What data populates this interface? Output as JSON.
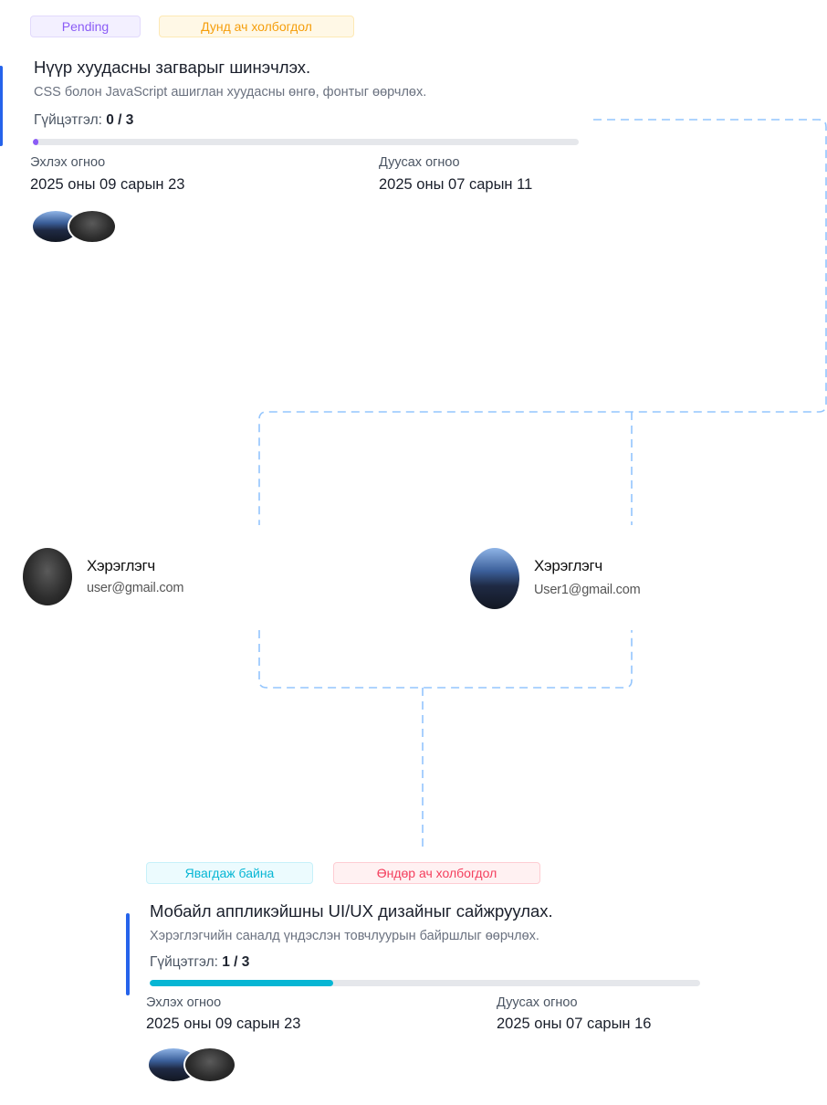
{
  "task1": {
    "status_badge": "Pending",
    "priority_badge": "Дунд ач холбогдол",
    "title": "Нүүр хуудасны загварыг шинэчлэх.",
    "description": "CSS болон JavaScript ашиглан хуудасны өнгө, фонтыг өөрчлөх.",
    "progress_label": "Гүйцэтгэл:",
    "progress_value": "0 / 3",
    "progress_fraction": 0.01,
    "start_label": "Эхлэх огноо",
    "start_value": "2025 оны 09 сарын 23",
    "end_label": "Дуусах огноо",
    "end_value": "2025 оны 07 сарын 11",
    "colors": {
      "status": "#8b5cf6",
      "priority": "#f59e0b",
      "bar": "#8b5cf6"
    }
  },
  "users": [
    {
      "name": "Хэрэглэгч",
      "email": "user@gmail.com"
    },
    {
      "name": "Хэрэглэгч",
      "email": "User1@gmail.com"
    }
  ],
  "task2": {
    "status_badge": "Явагдаж байна",
    "priority_badge": "Өндөр ач холбогдол",
    "title": "Мобайл аппликэйшны UI/UX дизайныг сайжруулах.",
    "description": "Хэрэглэгчийн саналд үндэслэн товчлуурын байршлыг өөрчлөх.",
    "progress_label": "Гүйцэтгэл:",
    "progress_value": "1 / 3",
    "progress_fraction": 0.333,
    "start_label": "Эхлэх огноо",
    "start_value": "2025 оны 09 сарын 23",
    "end_label": "Дуусах огноо",
    "end_value": "2025 оны 07 сарын 16",
    "colors": {
      "status": "#06b6d4",
      "priority": "#f43f5e",
      "bar": "#06b6d4"
    }
  },
  "connector_color": "#93c5fd",
  "accent_color": "#2563eb"
}
